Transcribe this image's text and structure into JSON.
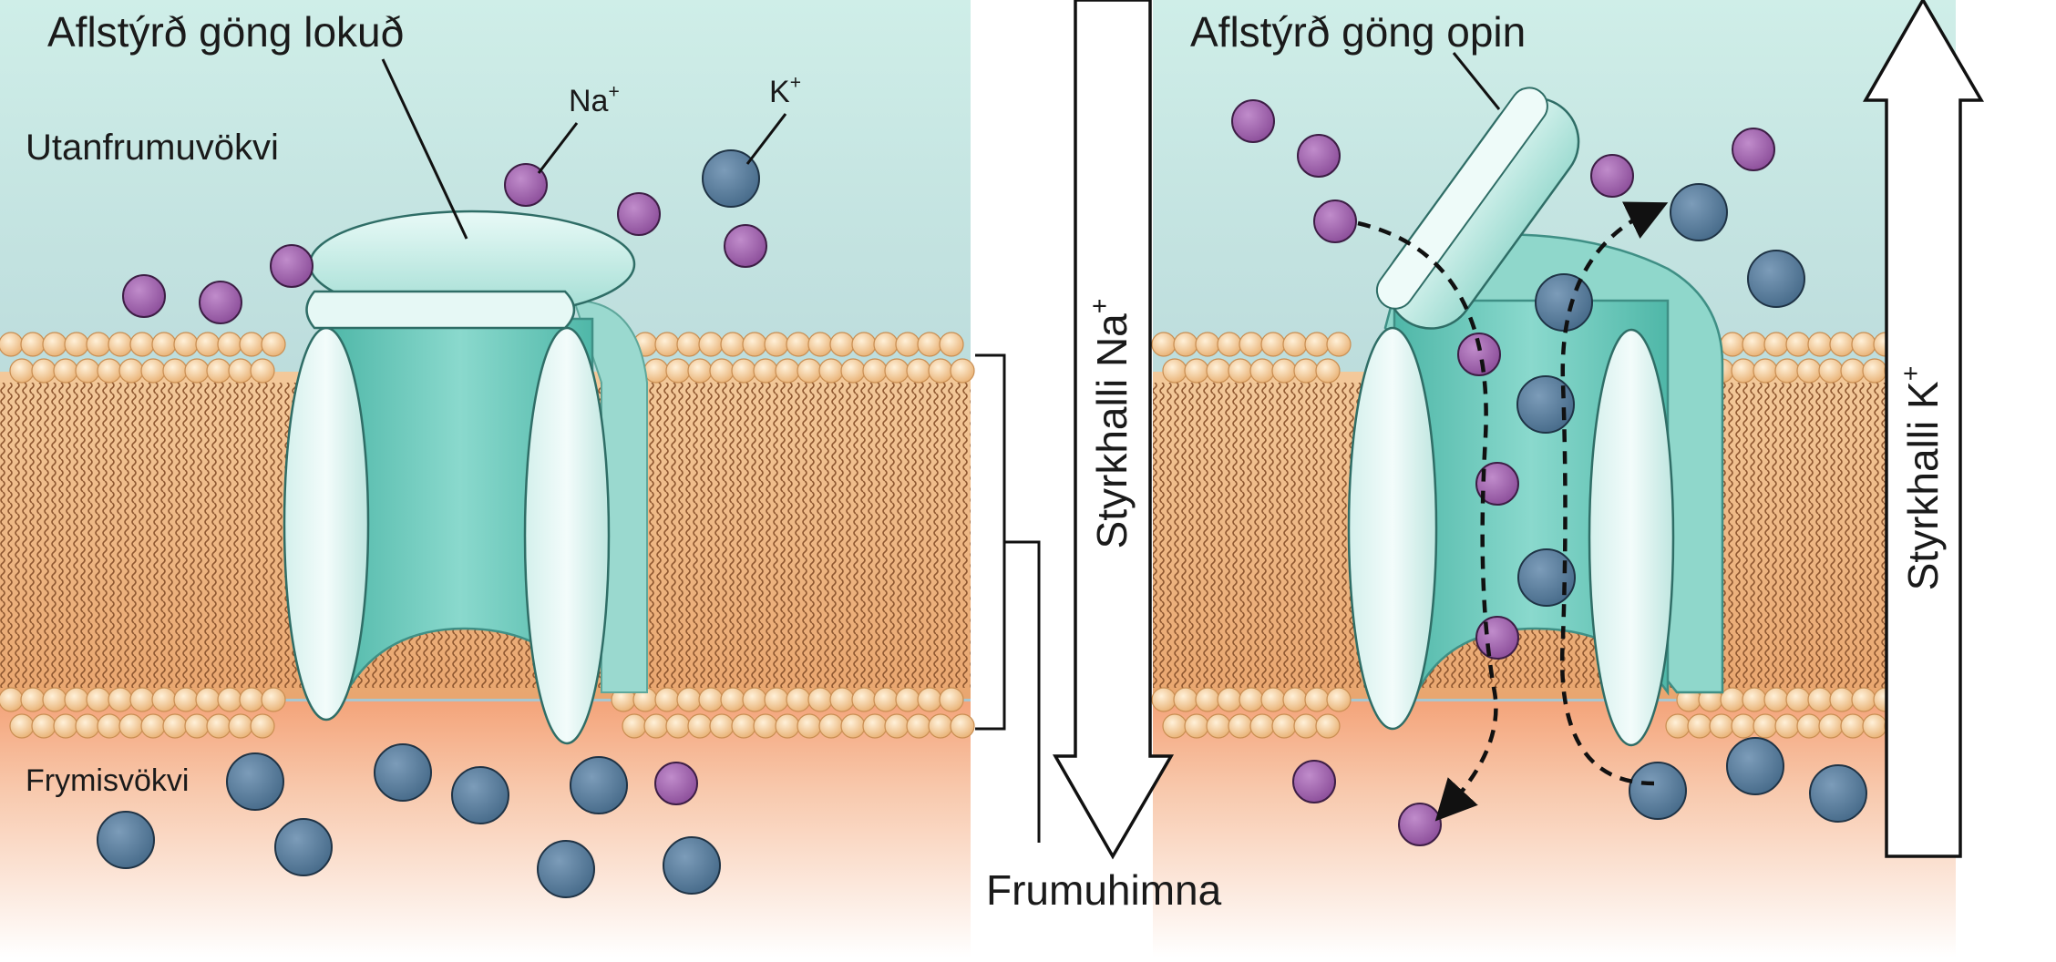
{
  "labels": {
    "closed_title": "Aflstýrð göng lokuð",
    "open_title": "Aflstýrð göng opin",
    "extracellular": "Utanfrumuvökvi",
    "cytoplasm": "Frymisvökvi",
    "membrane": "Frumuhimna",
    "na_base": "Na",
    "k_base": "K",
    "ion_charge": "+",
    "na_gradient_base": "Styrkhalli Na",
    "k_gradient_base": "Styrkhalli K"
  },
  "colors": {
    "sodium": "#9a5aa8",
    "potassium": "#4f7595",
    "channel": "#7fd2c6",
    "lipid_head": "#f2c792",
    "lipid_tail": "#a86a3c",
    "extracellular_fluid": "#c9e6e2",
    "cytoplasm_fluid": "#f6c7ab"
  }
}
